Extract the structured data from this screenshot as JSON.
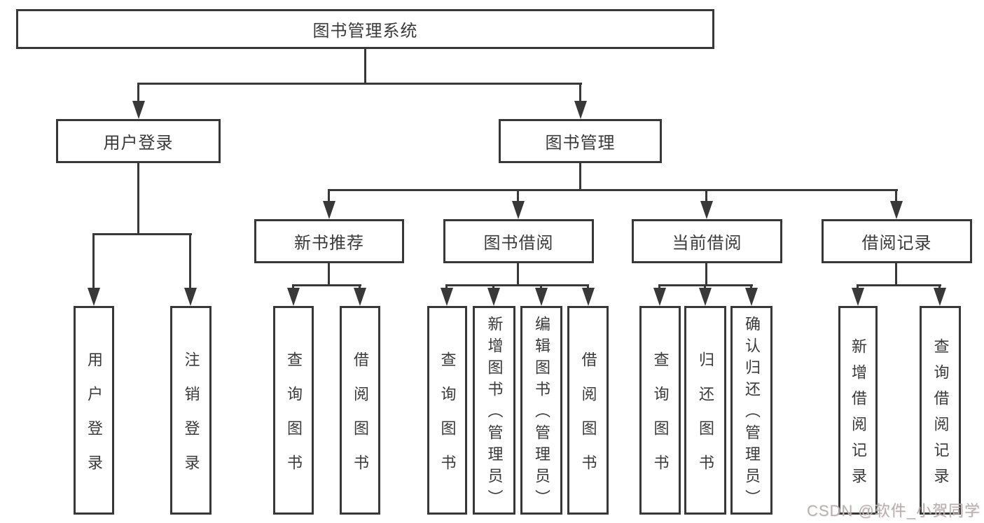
{
  "diagram": {
    "type": "hierarchy-tree",
    "tree": {
      "label": "图书管理系统",
      "children": [
        {
          "label": "用户登录",
          "children": [
            {
              "label": "用户登录"
            },
            {
              "label": "注销登录"
            }
          ]
        },
        {
          "label": "图书管理",
          "children": [
            {
              "label": "新书推荐",
              "children": [
                {
                  "label": "查询图书"
                },
                {
                  "label": "借阅图书"
                }
              ]
            },
            {
              "label": "图书借阅",
              "children": [
                {
                  "label": "查询图书"
                },
                {
                  "label": "新增图书（管理员）"
                },
                {
                  "label": "编辑图书（管理员）"
                },
                {
                  "label": "借阅图书"
                }
              ]
            },
            {
              "label": "当前借阅",
              "children": [
                {
                  "label": "查询图书"
                },
                {
                  "label": "归还图书"
                },
                {
                  "label": "确认归还（管理员）"
                }
              ]
            },
            {
              "label": "借阅记录",
              "children": [
                {
                  "label": "新增借阅记录"
                },
                {
                  "label": "查询借阅记录"
                }
              ]
            }
          ]
        }
      ]
    },
    "colors": {
      "line": "#383838",
      "text": "#3a3a3a",
      "background": "#ffffff",
      "watermark": "#b3b1b1"
    }
  },
  "watermark": {
    "text": "CSDN @软件_小贺同学"
  }
}
